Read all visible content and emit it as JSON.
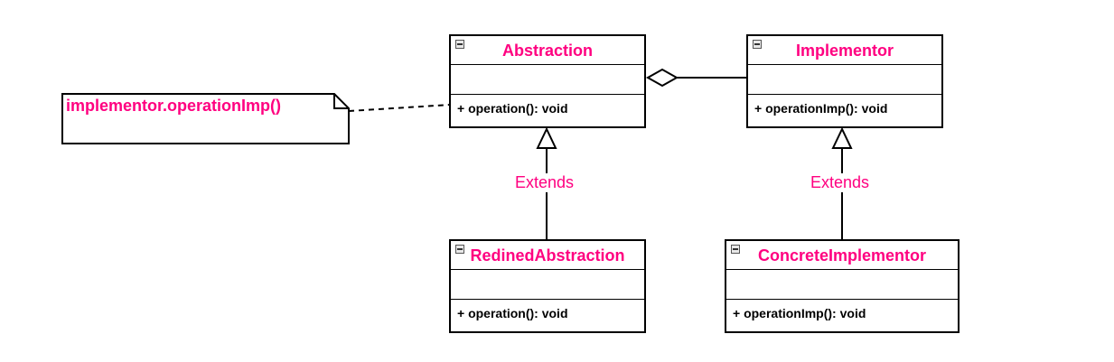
{
  "classes": {
    "abstraction": {
      "name": "Abstraction",
      "operation": "+ operation(): void"
    },
    "implementor": {
      "name": "Implementor",
      "operation": "+ operationImp(): void"
    },
    "refined_abstraction": {
      "name": "RedinedAbstraction",
      "operation": "+ operation(): void"
    },
    "concrete_implementor": {
      "name": "ConcreteImplementor",
      "operation": "+ operationImp(): void"
    }
  },
  "note": {
    "text": "implementor.operationImp()"
  },
  "relations": {
    "extends_left": "Extends",
    "extends_right": "Extends"
  },
  "colors": {
    "label": "#ff0080",
    "line": "#000000"
  }
}
